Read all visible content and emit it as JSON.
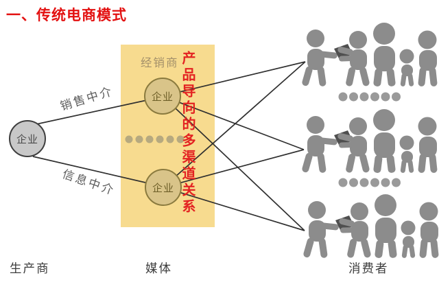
{
  "title": "一、传统电商模式",
  "producer": {
    "node_label": "企业",
    "column_label": "生产商"
  },
  "links": {
    "sales_label": "销售中介",
    "info_label": "信息中介"
  },
  "media": {
    "box_label": "经销商",
    "nodes": [
      {
        "label": "企业"
      },
      {
        "label": "企业"
      }
    ],
    "ellipsis_dot_count": 6,
    "column_label": "媒体"
  },
  "annotation": {
    "text": "产品导向的多渠道关系"
  },
  "consumers": {
    "column_label": "消费者",
    "group_count": 3,
    "ellipsis_rows": 2,
    "dots_per_row": 6
  },
  "relations": {
    "producer_to_media": [
      "销售中介",
      "信息中介"
    ],
    "media_to_consumer_lines": 6
  },
  "colors": {
    "title_red": "#e31111",
    "annotation_red": "#e32222",
    "media_box_yellow": "#f7db8f",
    "media_node_fill": "#d9c489",
    "media_node_border": "#8a7a3e",
    "producer_node_fill": "#c8c8c8",
    "producer_node_border": "#3e3e3e",
    "people_gray": "#8c8c8c",
    "package_gray": "#4f4f4f",
    "line_dark": "#303030",
    "media_dots_tan": "#b6a97f",
    "consumer_dots_gray": "#9a9a9a"
  }
}
